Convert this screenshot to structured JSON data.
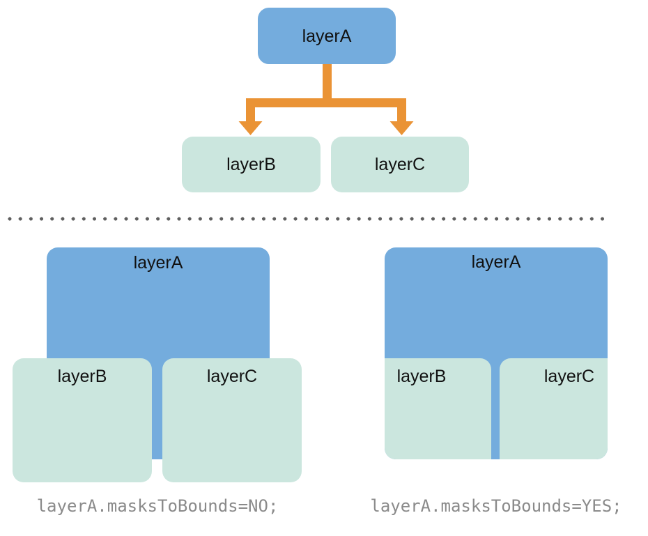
{
  "colors": {
    "background": "#FFFFFF",
    "layer_parent_blue": "#74ACDD",
    "layer_child_green": "#CBE6DE",
    "arrow_orange": "#EA9335",
    "divider_dot_gray": "#5F5F5F",
    "caption_gray": "#8A8A8A",
    "label_text": "#111111"
  },
  "hierarchy_diagram": {
    "parent_label": "layerA",
    "child_b_label": "layerB",
    "child_c_label": "layerC",
    "arrow_icon": "orange-branching-arrow"
  },
  "composite_no": {
    "parent_label": "layerA",
    "child_b_label": "layerB",
    "child_c_label": "layerC",
    "caption": "layerA.masksToBounds=NO;"
  },
  "composite_yes": {
    "parent_label": "layerA",
    "child_b_label": "layerB",
    "child_c_label": "layerC",
    "caption": "layerA.masksToBounds=YES;"
  }
}
